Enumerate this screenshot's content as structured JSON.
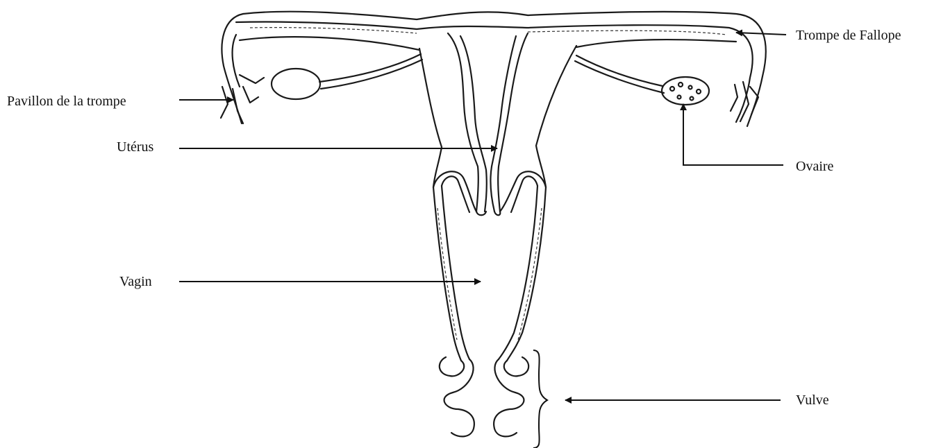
{
  "labels": {
    "fallope": "Trompe de Fallope",
    "pavillon": "Pavillon de la trompe",
    "uterus": "Utérus",
    "ovaire": "Ovaire",
    "vagin": "Vagin",
    "vulve": "Vulve"
  },
  "colors": {
    "ink": "#111111",
    "background": "#ffffff"
  }
}
